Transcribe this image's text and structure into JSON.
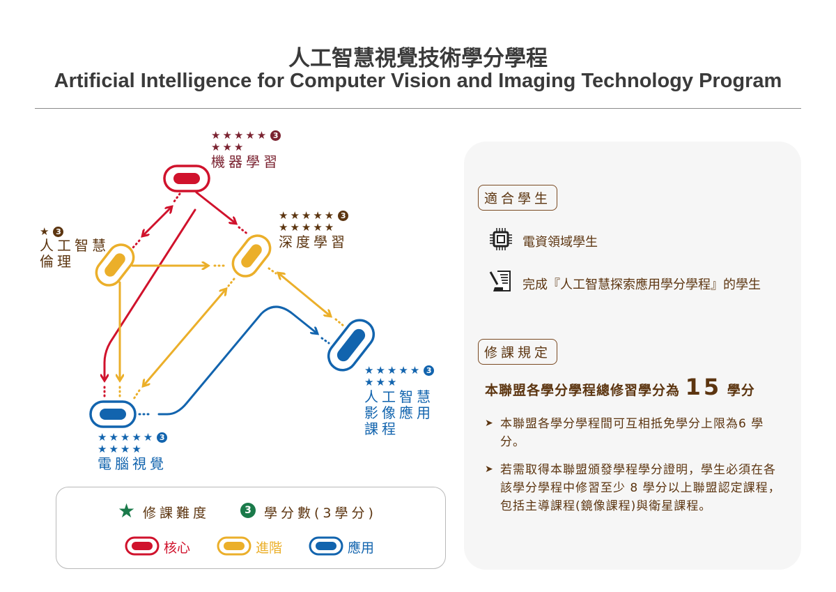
{
  "header": {
    "title_zh": "人工智慧視覺技術學分學程",
    "title_en": "Artificial Intelligence for Computer Vision and Imaging Technology Program"
  },
  "colors": {
    "core": "#d0122c",
    "advanced": "#ebaf2a",
    "applied": "#1264ae",
    "brown": "#5c3510",
    "ml_text": "#7a2230"
  },
  "courses": [
    {
      "name": "機器學習",
      "difficulty_stars": "★★★★★",
      "difficulty_stars_2": "★★★",
      "difficulty": 8,
      "credits": "3",
      "category": "核心"
    },
    {
      "name_1": "人工智慧",
      "name_2": "倫理",
      "difficulty_stars": "★",
      "difficulty": 1,
      "credits": "3",
      "category": "進階"
    },
    {
      "name": "深度學習",
      "difficulty_stars": "★★★★★",
      "difficulty_stars_2": "★★★★★",
      "difficulty": 10,
      "credits": "3",
      "category": "進階"
    },
    {
      "name": "電腦視覺",
      "difficulty_stars": "★★★★★",
      "difficulty_stars_2": "★★★★",
      "difficulty": 9,
      "credits": "3",
      "category": "應用"
    },
    {
      "name_1": "人工智慧",
      "name_2": "影像應用",
      "name_3": "課程",
      "difficulty_stars": "★★★★★",
      "difficulty_stars_2": "★★★",
      "difficulty": 8,
      "credits": "3",
      "category": "應用"
    }
  ],
  "legend": {
    "difficulty_label": "修課難度",
    "credit_badge": "3",
    "credit_label": "學分數(3學分)",
    "core": "核心",
    "advanced": "進階",
    "applied": "應用"
  },
  "panel": {
    "eligible_title": "適合學生",
    "eligible": [
      "電資領域學生",
      "完成『人工智慧探索應用學分學程』的學生"
    ],
    "rules_title": "修課規定",
    "total_prefix": "本聯盟各學分學程總修習學分為",
    "total_number": "15",
    "total_suffix": "學分",
    "bullets": [
      "本聯盟各學分學程間可互相抵免學分上限為6 學分。",
      "若需取得本聯盟頒發學程學分證明，學生必須在各該學分學程中修習至少 8 學分以上聯盟認定課程，包括主導課程(鏡像課程)與衛星課程。"
    ]
  }
}
